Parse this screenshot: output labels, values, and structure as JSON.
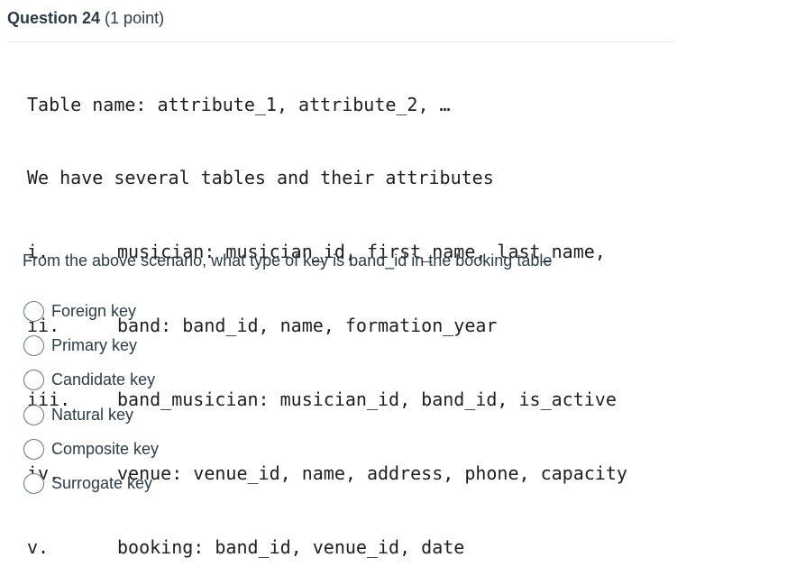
{
  "question": {
    "title": "Question 24",
    "points": "(1 point)",
    "code_lines": [
      "Table name: attribute_1, attribute_2, …",
      "We have several tables and their attributes"
    ],
    "table_rows": [
      {
        "numeral": "i.",
        "text": "musician: musician_id, first_name, last_name,"
      },
      {
        "numeral": "ii.",
        "text": "band: band_id, name, formation_year"
      },
      {
        "numeral": "iii.",
        "text": "band_musician: musician_id, band_id, is_active"
      },
      {
        "numeral": "iv.",
        "text": "venue: venue_id, name, address, phone, capacity"
      },
      {
        "numeral": "v.",
        "text": "booking: band_id, venue_id, date"
      }
    ],
    "prompt": "From the above scenario, what type of key is band_id in the booking table",
    "options": [
      {
        "label": "Foreign key",
        "selected": false
      },
      {
        "label": "Primary key",
        "selected": false
      },
      {
        "label": "Candidate key",
        "selected": false
      },
      {
        "label": "Natural key",
        "selected": false
      },
      {
        "label": "Composite key",
        "selected": false
      },
      {
        "label": "Surrogate key",
        "selected": false
      }
    ]
  },
  "colors": {
    "text": "#2d3b45",
    "code_text": "#1e1e1e",
    "radio_border": "#6b7780",
    "rule": "#e6e6e6"
  }
}
